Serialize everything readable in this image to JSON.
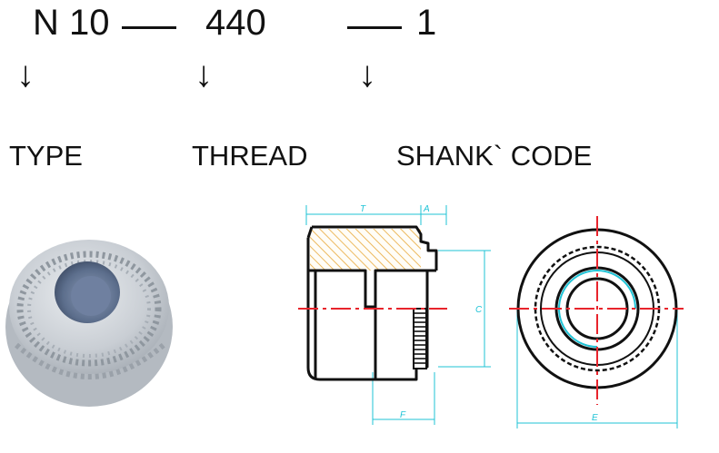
{
  "code": {
    "type_code": "N 10",
    "thread_code": "440",
    "shank_code": "1",
    "separator": "—"
  },
  "labels": {
    "type": "TYPE",
    "thread": "THREAD",
    "shank_code": "SHANK` CODE"
  },
  "arrow": "↓",
  "dimensions": {
    "t": "T",
    "a": "A",
    "c": "C",
    "f": "F",
    "e": "E"
  },
  "colors": {
    "dimension": "#1fc3d6",
    "centerline": "#e8242c",
    "hatch": "#e8a93a",
    "outline": "#111111"
  }
}
